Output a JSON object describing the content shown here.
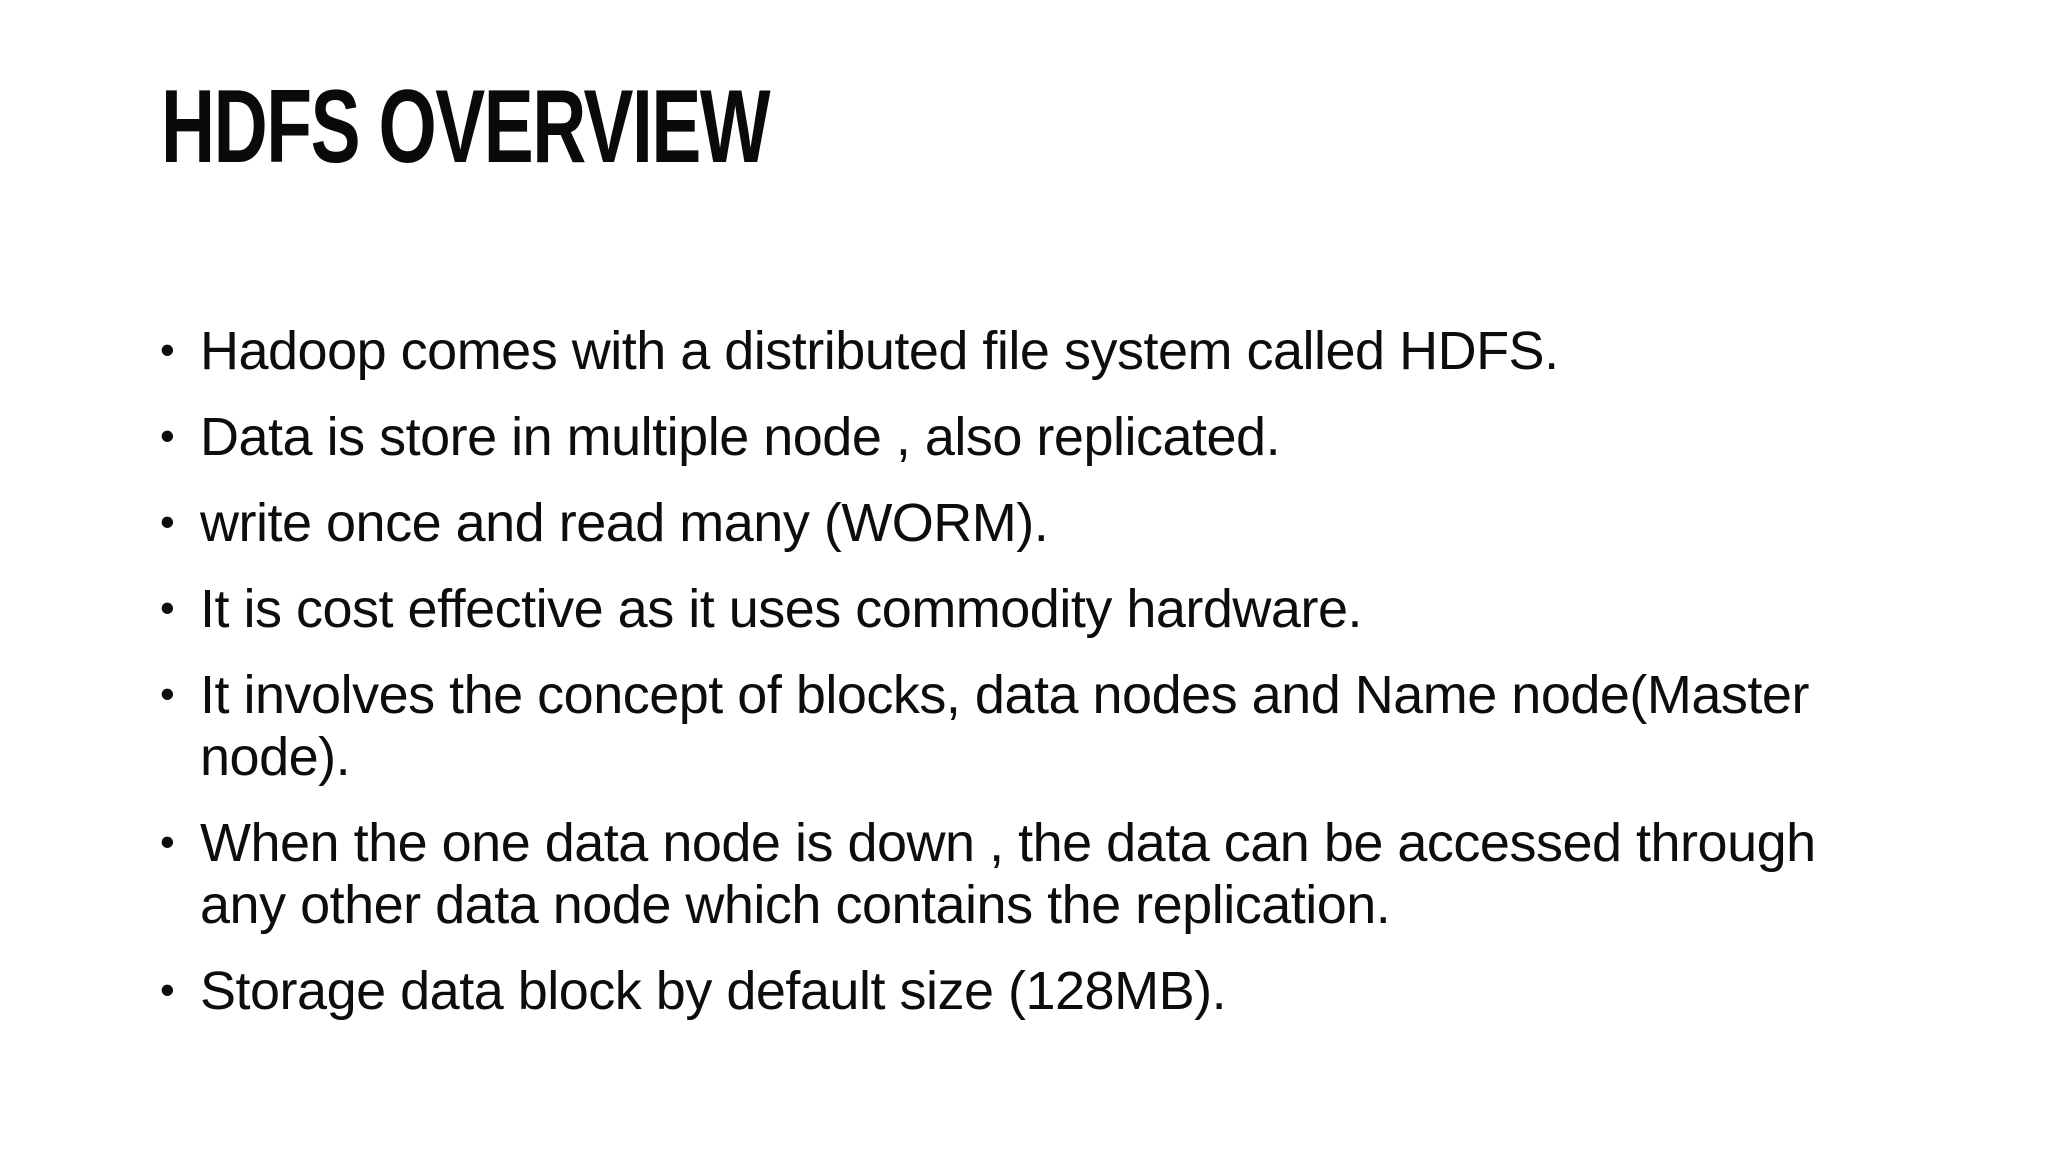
{
  "slide": {
    "title": "HDFS OVERVIEW",
    "bullet_char": "•",
    "bullets": [
      {
        "text": "Hadoop comes with a distributed file system called HDFS."
      },
      {
        "text": "Data is store in multiple node , also replicated."
      },
      {
        "text": "write once and read many (WORM)."
      },
      {
        "text": "It is cost effective as it uses commodity hardware."
      },
      {
        "text": "It involves the concept of blocks, data nodes and Name node(Master\nnode)."
      },
      {
        "text": "When the one data node is down , the data can be accessed through\nany other data node which contains the replication."
      },
      {
        "text": "Storage data block by default size (128MB)."
      }
    ],
    "colors": {
      "background": "#ffffff",
      "text": "#0d0d0d"
    }
  }
}
